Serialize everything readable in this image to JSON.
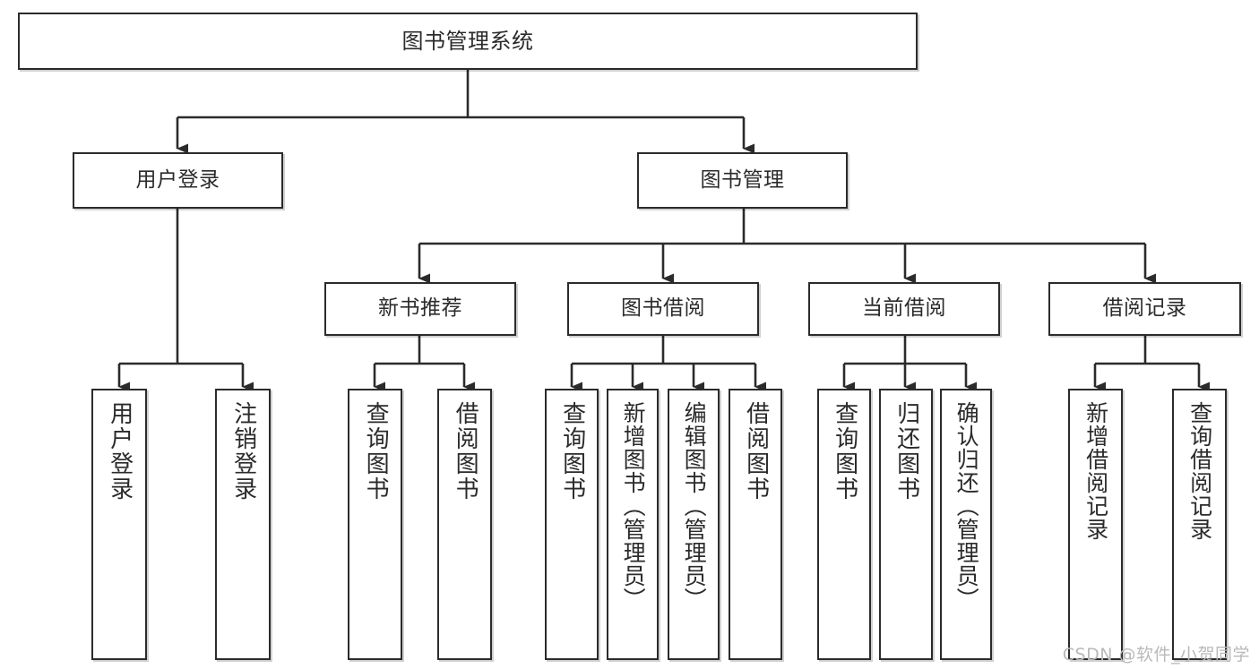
{
  "diagram": {
    "type": "tree-hierarchy-flowchart",
    "title": "图书管理系统",
    "orientation": "top-down",
    "levels": 4,
    "theme": {
      "background": "#ffffff",
      "box_stroke": "#2b2b2b",
      "box_fill": "#ffffff",
      "connector_stroke": "#2b2b2b",
      "text_color": "#2b2b2b",
      "watermark_color": "#b9b9b9"
    },
    "root": {
      "id": "root",
      "label": "图书管理系统",
      "text_direction": "horizontal"
    },
    "level2": [
      {
        "id": "user-login",
        "label": "用户登录",
        "text_direction": "horizontal"
      },
      {
        "id": "book-manage",
        "label": "图书管理",
        "text_direction": "horizontal"
      }
    ],
    "level3": [
      {
        "id": "new-book-recommend",
        "label": "新书推荐",
        "text_direction": "horizontal",
        "parent": "book-manage"
      },
      {
        "id": "book-borrow",
        "label": "图书借阅",
        "text_direction": "horizontal",
        "parent": "book-manage"
      },
      {
        "id": "current-borrow",
        "label": "当前借阅",
        "text_direction": "horizontal",
        "parent": "book-manage"
      },
      {
        "id": "borrow-record",
        "label": "借阅记录",
        "text_direction": "horizontal",
        "parent": "book-manage"
      }
    ],
    "leaves": [
      {
        "id": "leaf-user-login",
        "label": "用户登录",
        "parent": "user-login",
        "text_direction": "vertical"
      },
      {
        "id": "leaf-logout",
        "label": "注销登录",
        "parent": "user-login",
        "text_direction": "vertical"
      },
      {
        "id": "leaf-query-book-1",
        "label": "查询图书",
        "parent": "new-book-recommend",
        "text_direction": "vertical"
      },
      {
        "id": "leaf-borrow-book-1",
        "label": "借阅图书",
        "parent": "new-book-recommend",
        "text_direction": "vertical"
      },
      {
        "id": "leaf-query-book-2",
        "label": "查询图书",
        "parent": "book-borrow",
        "text_direction": "vertical"
      },
      {
        "id": "leaf-add-book",
        "label": "新增图书（管理员）",
        "parent": "book-borrow",
        "text_direction": "vertical"
      },
      {
        "id": "leaf-edit-book",
        "label": "编辑图书（管理员）",
        "parent": "book-borrow",
        "text_direction": "vertical"
      },
      {
        "id": "leaf-borrow-book-2",
        "label": "借阅图书",
        "parent": "book-borrow",
        "text_direction": "vertical"
      },
      {
        "id": "leaf-query-book-3",
        "label": "查询图书",
        "parent": "current-borrow",
        "text_direction": "vertical"
      },
      {
        "id": "leaf-return-book",
        "label": "归还图书",
        "parent": "current-borrow",
        "text_direction": "vertical"
      },
      {
        "id": "leaf-confirm-return",
        "label": "确认归还（管理员）",
        "parent": "current-borrow",
        "text_direction": "vertical"
      },
      {
        "id": "leaf-add-record",
        "label": "新增借阅记录",
        "parent": "borrow-record",
        "text_direction": "vertical"
      },
      {
        "id": "leaf-query-record",
        "label": "查询借阅记录",
        "parent": "borrow-record",
        "text_direction": "vertical"
      }
    ]
  },
  "watermark": {
    "text": "CSDN @软件_小贺同学"
  }
}
